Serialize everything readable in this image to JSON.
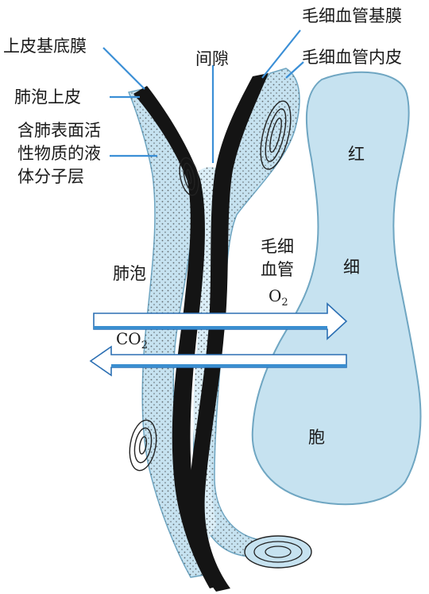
{
  "labels": {
    "capillary_basement_membrane": "毛细血管基膜",
    "capillary_endothelium": "毛细血管内皮",
    "epithelial_basement_membrane": "上皮基底膜",
    "gap": "间隙",
    "alveolar_epithelium": "肺泡上皮",
    "surfactant_layer_line1": "含肺表面活",
    "surfactant_layer_line2": "性物质的液",
    "surfactant_layer_line3": "体分子层",
    "alveolus": "肺泡",
    "capillary_line1": "毛细",
    "capillary_line2": "血管",
    "rbc_char1": "红",
    "rbc_char2": "细",
    "rbc_char3": "胞",
    "o2_main": "O",
    "o2_sub": "2",
    "co2_main": "CO",
    "co2_sub": "2"
  },
  "colors": {
    "ink": "#1a1a1a",
    "blue_fill": "#c6e2f0",
    "blue_stroke": "#7fb3cc",
    "membrane": "#141414"
  }
}
